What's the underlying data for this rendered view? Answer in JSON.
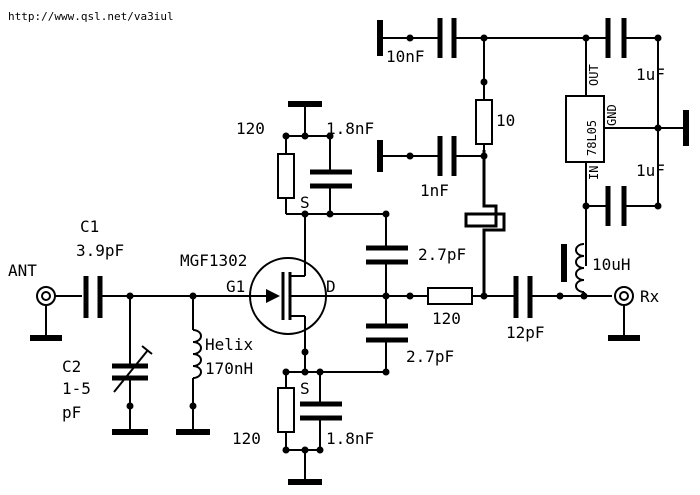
{
  "source_url": "http://www.qsl.net/va3iul",
  "ports": {
    "input": "ANT",
    "output": "Rx"
  },
  "components": {
    "c1_name": "C1",
    "c1_value": "3.9pF",
    "c2_name": "C2",
    "c2_value_1": "1-5",
    "c2_value_2": "pF",
    "helix_name": "Helix",
    "helix_value": "170nH",
    "fet_name": "MGF1302",
    "gate_label": "G1",
    "drain_label": "D",
    "source_label": "S",
    "r_src_top": "120",
    "c_src_top": "1.8nF",
    "r_src_bot": "120",
    "c_src_bot": "1.8nF",
    "c_drain_top": "2.7pF",
    "c_drain_bot": "2.7pF",
    "r_drain": "120",
    "c_out": "12pF",
    "l_choke": "10uH",
    "c_dec1": "10nF",
    "c_dec2": "1nF",
    "r_feed": "10",
    "reg_name": "78L05",
    "reg_out": "OUT",
    "reg_gnd": "GND",
    "reg_in": "IN",
    "c_reg_out": "1uF",
    "c_reg_in": "1uF"
  }
}
